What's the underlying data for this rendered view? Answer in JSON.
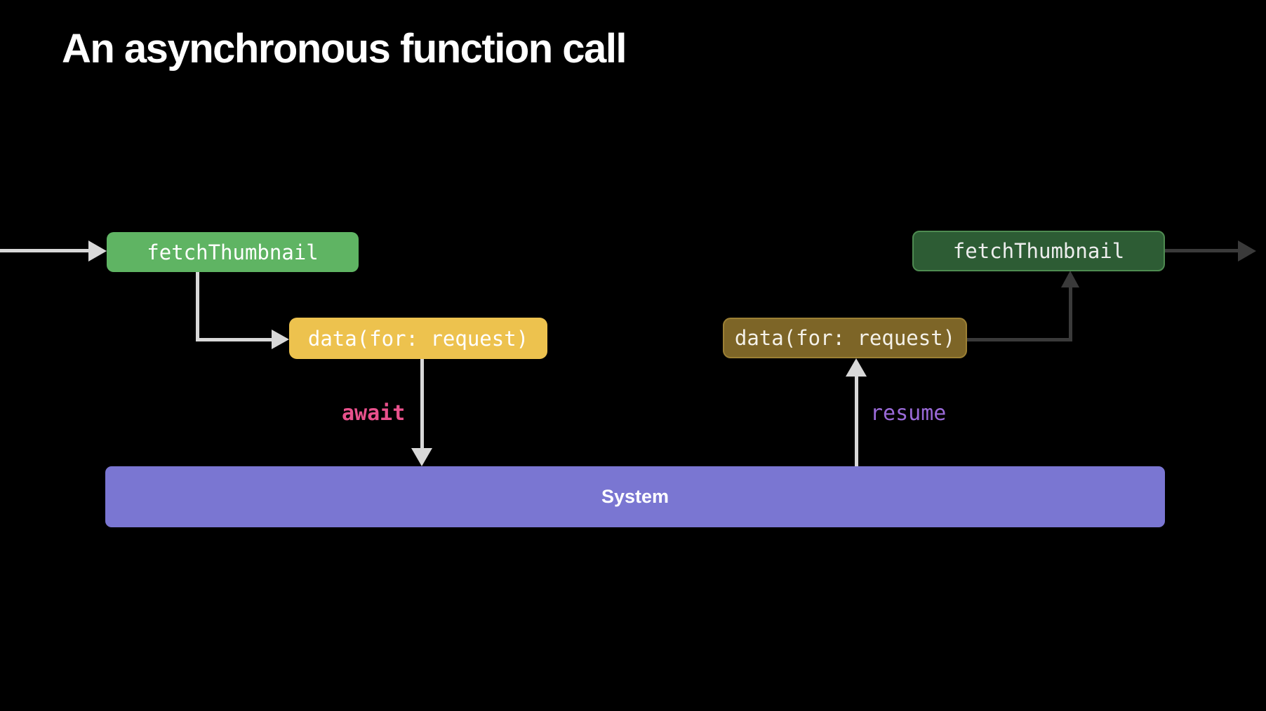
{
  "title": "An asynchronous function call",
  "diagram": {
    "left": {
      "fetch_label": "fetchThumbnail",
      "data_label": "data(for: request)",
      "await_label": "await"
    },
    "right": {
      "fetch_label": "fetchThumbnail",
      "data_label": "data(for: request)",
      "resume_label": "resume"
    },
    "system_label": "System"
  },
  "colors": {
    "bg": "#000000",
    "green-box": "#5fb463",
    "yellow-box": "#edc24e",
    "dark-gold-box": "#7d6527",
    "dark-gold-border": "#9c8034",
    "dark-green-box": "#2d5c34",
    "dark-green-border": "#4e8b51",
    "system-bar": "#7a76d2",
    "await-color": "#e8518c",
    "resume-color": "#9a6ad8",
    "arrow-light": "#d8d8d8",
    "arrow-dark": "#3a3a3a"
  }
}
